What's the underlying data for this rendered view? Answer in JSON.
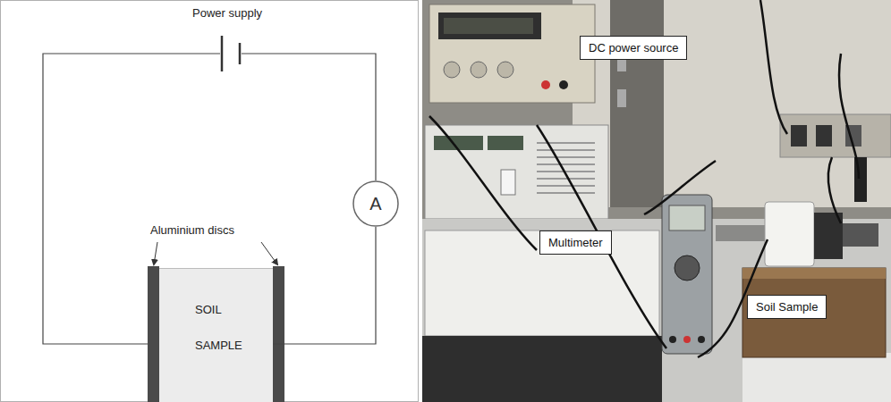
{
  "diagram": {
    "nodes": [
      {
        "text": [
          "A"
        ]
      },
      {
        "text": [
          "SOIL SAMPLE"
        ]
      },
      {
        "text": [
          "DC power source"
        ]
      },
      {
        "text": [
          "Multimeter"
        ]
      },
      {
        "text": [
          "Soil Sample"
        ]
      }
    ],
    "edges": [
      {
        "from": 0,
        "to": 1,
        "arrow": "none"
      }
    ],
    "labels": [
      "Power supply",
      "Aluminium discs"
    ]
  }
}
